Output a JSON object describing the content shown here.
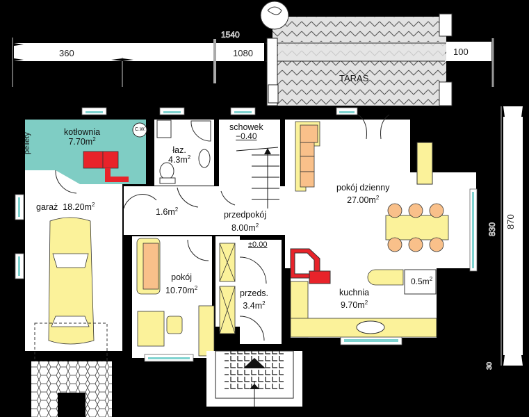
{
  "plan": {
    "type": "ground floor plan",
    "colors": {
      "background": "#000000",
      "floor": "#ffffff",
      "boiler_room": "#7fcdc4",
      "furniture_yellow": "#fbf29a",
      "furniture_orange": "#f9c08a",
      "boiler_red": "#e8232a",
      "terrace": "#e2e2e2",
      "window_glass": "#7fd3d0"
    },
    "dimensions": {
      "top_left": "360",
      "top_middle": "1080",
      "top_right": "100",
      "top_overall": "1540",
      "right_overall": "870",
      "right_inner": "830",
      "right_small": "30"
    },
    "terrace": {
      "label": "TARAS"
    },
    "rooms": [
      {
        "id": "kotlownia",
        "name": "kotłownia",
        "area": "7.70m",
        "sup": "2"
      },
      {
        "id": "lazienka",
        "name": "łaz.",
        "area": "4.3m",
        "sup": "2"
      },
      {
        "id": "schowek",
        "name": "schowek",
        "level": "−0.40"
      },
      {
        "id": "pokoj-dzienny",
        "name": "pokój dzienny",
        "area": "27.00m",
        "sup": "2"
      },
      {
        "id": "garaz",
        "name": "garaż",
        "area": "18.20m",
        "sup": "2"
      },
      {
        "id": "wc-small",
        "name": "",
        "area": "1.6m",
        "sup": "2"
      },
      {
        "id": "przedpokoj",
        "name": "przedpokój",
        "area": "8.00m",
        "sup": "2"
      },
      {
        "id": "pokoj",
        "name": "pokój",
        "area": "10.70m",
        "sup": "2"
      },
      {
        "id": "przedsionek",
        "name": "przeds.",
        "area": "3.4m",
        "sup": "2"
      },
      {
        "id": "kuchnia",
        "name": "kuchnia",
        "area": "9.70m",
        "sup": "2"
      },
      {
        "id": "spizarnia",
        "name": "",
        "area": "0.5m",
        "sup": "2"
      }
    ],
    "annotations": {
      "pellets": "pellety",
      "hot_water_tank": "C.W.",
      "entrance_level": "±0.00"
    }
  }
}
